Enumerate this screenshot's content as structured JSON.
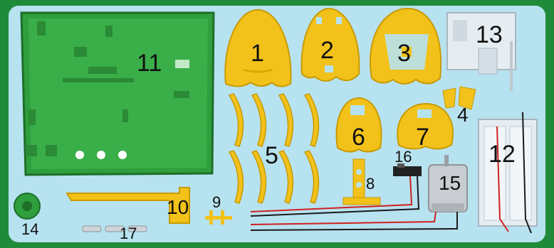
{
  "labels": {
    "p1": "1",
    "p2": "2",
    "p3": "3",
    "p4": "4",
    "p5": "5",
    "p6": "6",
    "p7": "7",
    "p8": "8",
    "p9": "9",
    "p10": "10",
    "p11": "11",
    "p12": "12",
    "p13": "13",
    "p14": "14",
    "p15": "15",
    "p16": "16",
    "p17": "17"
  },
  "colors": {
    "frame": "#1f8a3a",
    "background": "#b7e2f0",
    "green_part": "#2f9e3c",
    "yellow_part": "#f2c21a",
    "clear_part": "#e6edf2",
    "motor": "#c9ccd0",
    "wire_red": "#d0201f",
    "wire_black": "#1a1a1a"
  }
}
